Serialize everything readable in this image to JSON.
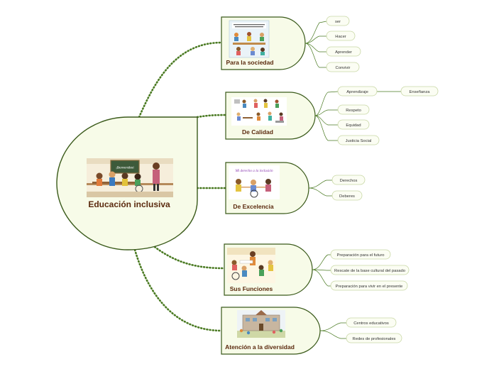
{
  "colors": {
    "node_fill": "#f7fbe8",
    "node_stroke": "#3a5a1a",
    "leaf_fill": "#fbfdf3",
    "leaf_stroke": "#c9d8a6",
    "connector": "#4a7a22",
    "title_text": "#5b2a0e"
  },
  "root": {
    "title": "Educación inclusiva",
    "image": "classroom-illustration",
    "image_text": "¡Bienvenidos!"
  },
  "branches": [
    {
      "title": "Para la sociedad",
      "image": "classroom-poster-illustration",
      "leaves": [
        "ser",
        "Hacer",
        "Aprender",
        "Convivir"
      ]
    },
    {
      "title": "De Calidad",
      "image": "teaching-scenes-illustration",
      "leaves": [
        "Aprendizaje",
        "Respeto",
        "Equidad",
        "Justicia Social"
      ],
      "sub_leaf": "Enseñanza"
    },
    {
      "title": "De Excelencia",
      "image": "inclusion-poster-illustration",
      "image_text": "Mi derecho a la inclusión",
      "leaves": [
        "Derechos",
        "Deberes"
      ]
    },
    {
      "title": "Sus Funciones",
      "image": "children-group-illustration",
      "leaves": [
        "Preparación para el futuro",
        "Rescate de la base cultural del pasado",
        "Preparación para vivir en el presente"
      ]
    },
    {
      "title": "Atención a la diversidad",
      "image": "school-building-illustration",
      "leaves": [
        "Centros educativos",
        "Redes de profesionales"
      ]
    }
  ]
}
